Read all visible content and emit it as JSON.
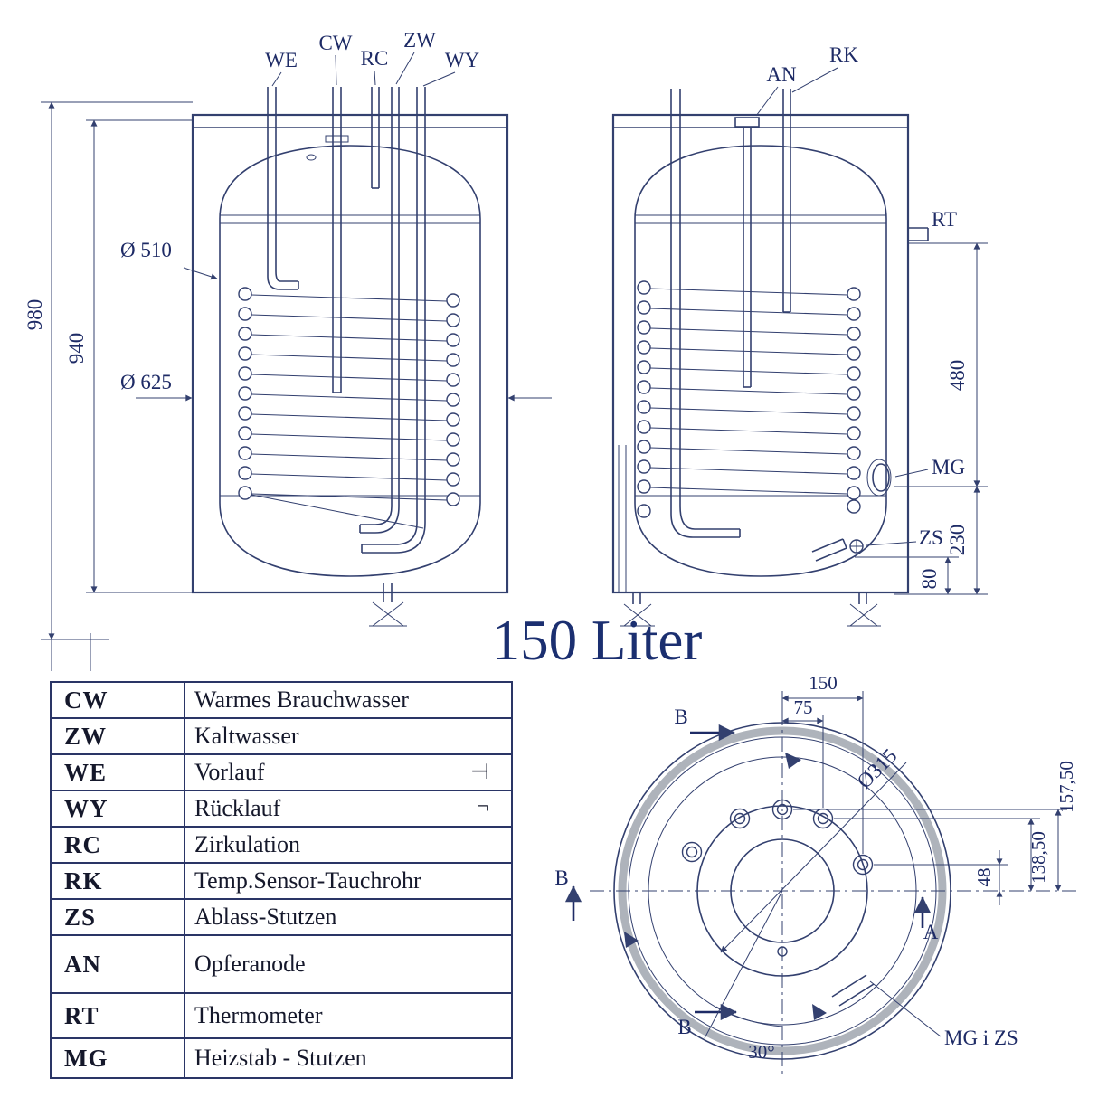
{
  "title": "150 Liter",
  "colors": {
    "line": "#33406f",
    "text": "#1e2b66",
    "title": "#1b2f70",
    "ring_gray": "#aeb3bb"
  },
  "front_view": {
    "labels": {
      "we": "WE",
      "cw": "CW",
      "rc": "RC",
      "zw": "ZW",
      "wy": "WY"
    },
    "dims": {
      "overall_height": "980",
      "tank_height": "940",
      "inner_diameter": "Ø 510",
      "outer_diameter": "Ø 625"
    }
  },
  "side_view": {
    "labels": {
      "an": "AN",
      "rk": "RK",
      "rt": "RT",
      "mg": "MG",
      "zs": "ZS"
    },
    "dims": {
      "coil_height": "480",
      "mg_height": "230",
      "zs_height": "80"
    }
  },
  "top_view": {
    "labels": {
      "section_b": "B",
      "section_a": "A",
      "mg_zs": "MG i ZS"
    },
    "dims": {
      "pitch_150": "150",
      "pitch_75": "75",
      "bolt_circle": "Ø315",
      "offset_157": "157,50",
      "offset_138": "138,50",
      "offset_48": "48",
      "angle": "30°"
    }
  },
  "legend": {
    "rows": [
      {
        "abbr": "CW",
        "desc": "Warmes Brauchwasser",
        "mark": ""
      },
      {
        "abbr": "ZW",
        "desc": "Kaltwasser",
        "mark": ""
      },
      {
        "abbr": "WE",
        "desc": "Vorlauf",
        "mark": "⊣"
      },
      {
        "abbr": "WY",
        "desc": "Rücklauf",
        "mark": "¬"
      },
      {
        "abbr": "RC",
        "desc": "Zirkulation",
        "mark": ""
      },
      {
        "abbr": "RK",
        "desc": "Temp.Sensor-Tauchrohr",
        "mark": ""
      },
      {
        "abbr": "ZS",
        "desc": "Ablass-Stutzen",
        "mark": ""
      },
      {
        "abbr": "AN",
        "desc": "Opferanode",
        "mark": ""
      },
      {
        "abbr": "RT",
        "desc": "Thermometer",
        "mark": ""
      },
      {
        "abbr": "MG",
        "desc": "Heizstab - Stutzen",
        "mark": ""
      }
    ]
  }
}
